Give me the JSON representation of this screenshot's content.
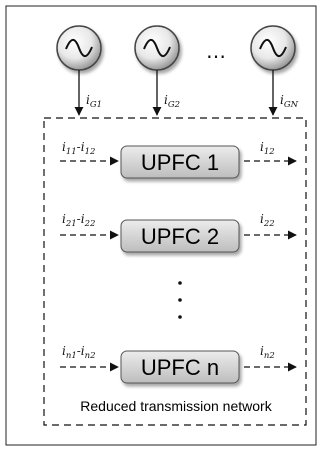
{
  "generators": [
    {
      "label_main": "i",
      "label_sub": "G1"
    },
    {
      "label_main": "i",
      "label_sub": "G2"
    },
    {
      "label_main": "i",
      "label_sub": "GN"
    }
  ],
  "ellipsis_horizontal": "…",
  "upfc_blocks": [
    {
      "label": "UPFC 1",
      "in_a": "i",
      "in_a_sub": "11",
      "in_sep": "-",
      "in_b": "i",
      "in_b_sub": "12",
      "out": "i",
      "out_sub": "12"
    },
    {
      "label": "UPFC 2",
      "in_a": "i",
      "in_a_sub": "21",
      "in_sep": "-",
      "in_b": "i",
      "in_b_sub": "22",
      "out": "i",
      "out_sub": "22"
    },
    {
      "label": "UPFC n",
      "in_a": "i",
      "in_a_sub": "n1",
      "in_sep": "-",
      "in_b": "i",
      "in_b_sub": "n2",
      "out": "i",
      "out_sub": "n2"
    }
  ],
  "ellipsis_vertical": "⋮",
  "network_label": "Reduced transmission network",
  "colors": {
    "block_fill": "#d4d4d4",
    "block_stroke": "#555555",
    "line": "#111111"
  }
}
